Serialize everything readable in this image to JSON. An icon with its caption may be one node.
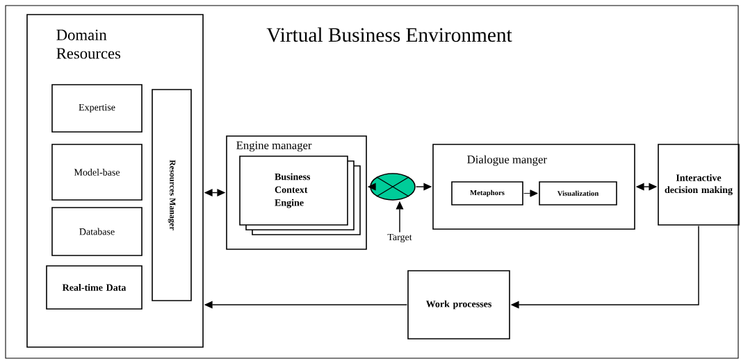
{
  "diagram": {
    "nodes": [
      {
        "text": [
          "Virtual Business Environment"
        ]
      },
      {
        "text": [
          "Domain Resources"
        ],
        "in": 0
      },
      {
        "text": [
          "Expertise"
        ],
        "in": 1
      },
      {
        "text": [
          "Model-base"
        ],
        "in": 1
      },
      {
        "text": [
          "Database"
        ],
        "in": 1
      },
      {
        "text": [
          "Real-time Data"
        ],
        "in": 1
      },
      {
        "text": [
          "Resources Manager"
        ],
        "in": 1
      },
      {
        "text": [
          "Engine manager"
        ],
        "in": 0
      },
      {
        "text": [
          "Business Context Engine"
        ],
        "in": 7
      },
      {
        "text": [],
        "shape": "ellipse",
        "in": 0
      },
      {
        "text": [
          "Dialogue manger"
        ],
        "in": 0
      },
      {
        "text": [
          "Metaphors"
        ],
        "in": 10
      },
      {
        "text": [
          "Visualization"
        ],
        "in": 10
      },
      {
        "text": [
          "Interactive decision making"
        ],
        "in": 0
      },
      {
        "text": [
          "Work processes"
        ],
        "in": 0
      },
      {
        "text": [
          "Target"
        ],
        "in": 0
      }
    ],
    "edges": [
      {
        "from": 1,
        "to": 7,
        "arrow": "both"
      },
      {
        "from": 9,
        "to": 7,
        "arrow": "to"
      },
      {
        "from": 9,
        "to": 10,
        "arrow": "to"
      },
      {
        "from": 15,
        "to": 9,
        "arrow": "to"
      },
      {
        "from": 11,
        "to": 12,
        "arrow": "to"
      },
      {
        "from": 10,
        "to": 13,
        "arrow": "both"
      },
      {
        "from": 13,
        "to": 14,
        "arrow": "to"
      },
      {
        "from": 14,
        "to": 1,
        "arrow": "to"
      }
    ]
  }
}
